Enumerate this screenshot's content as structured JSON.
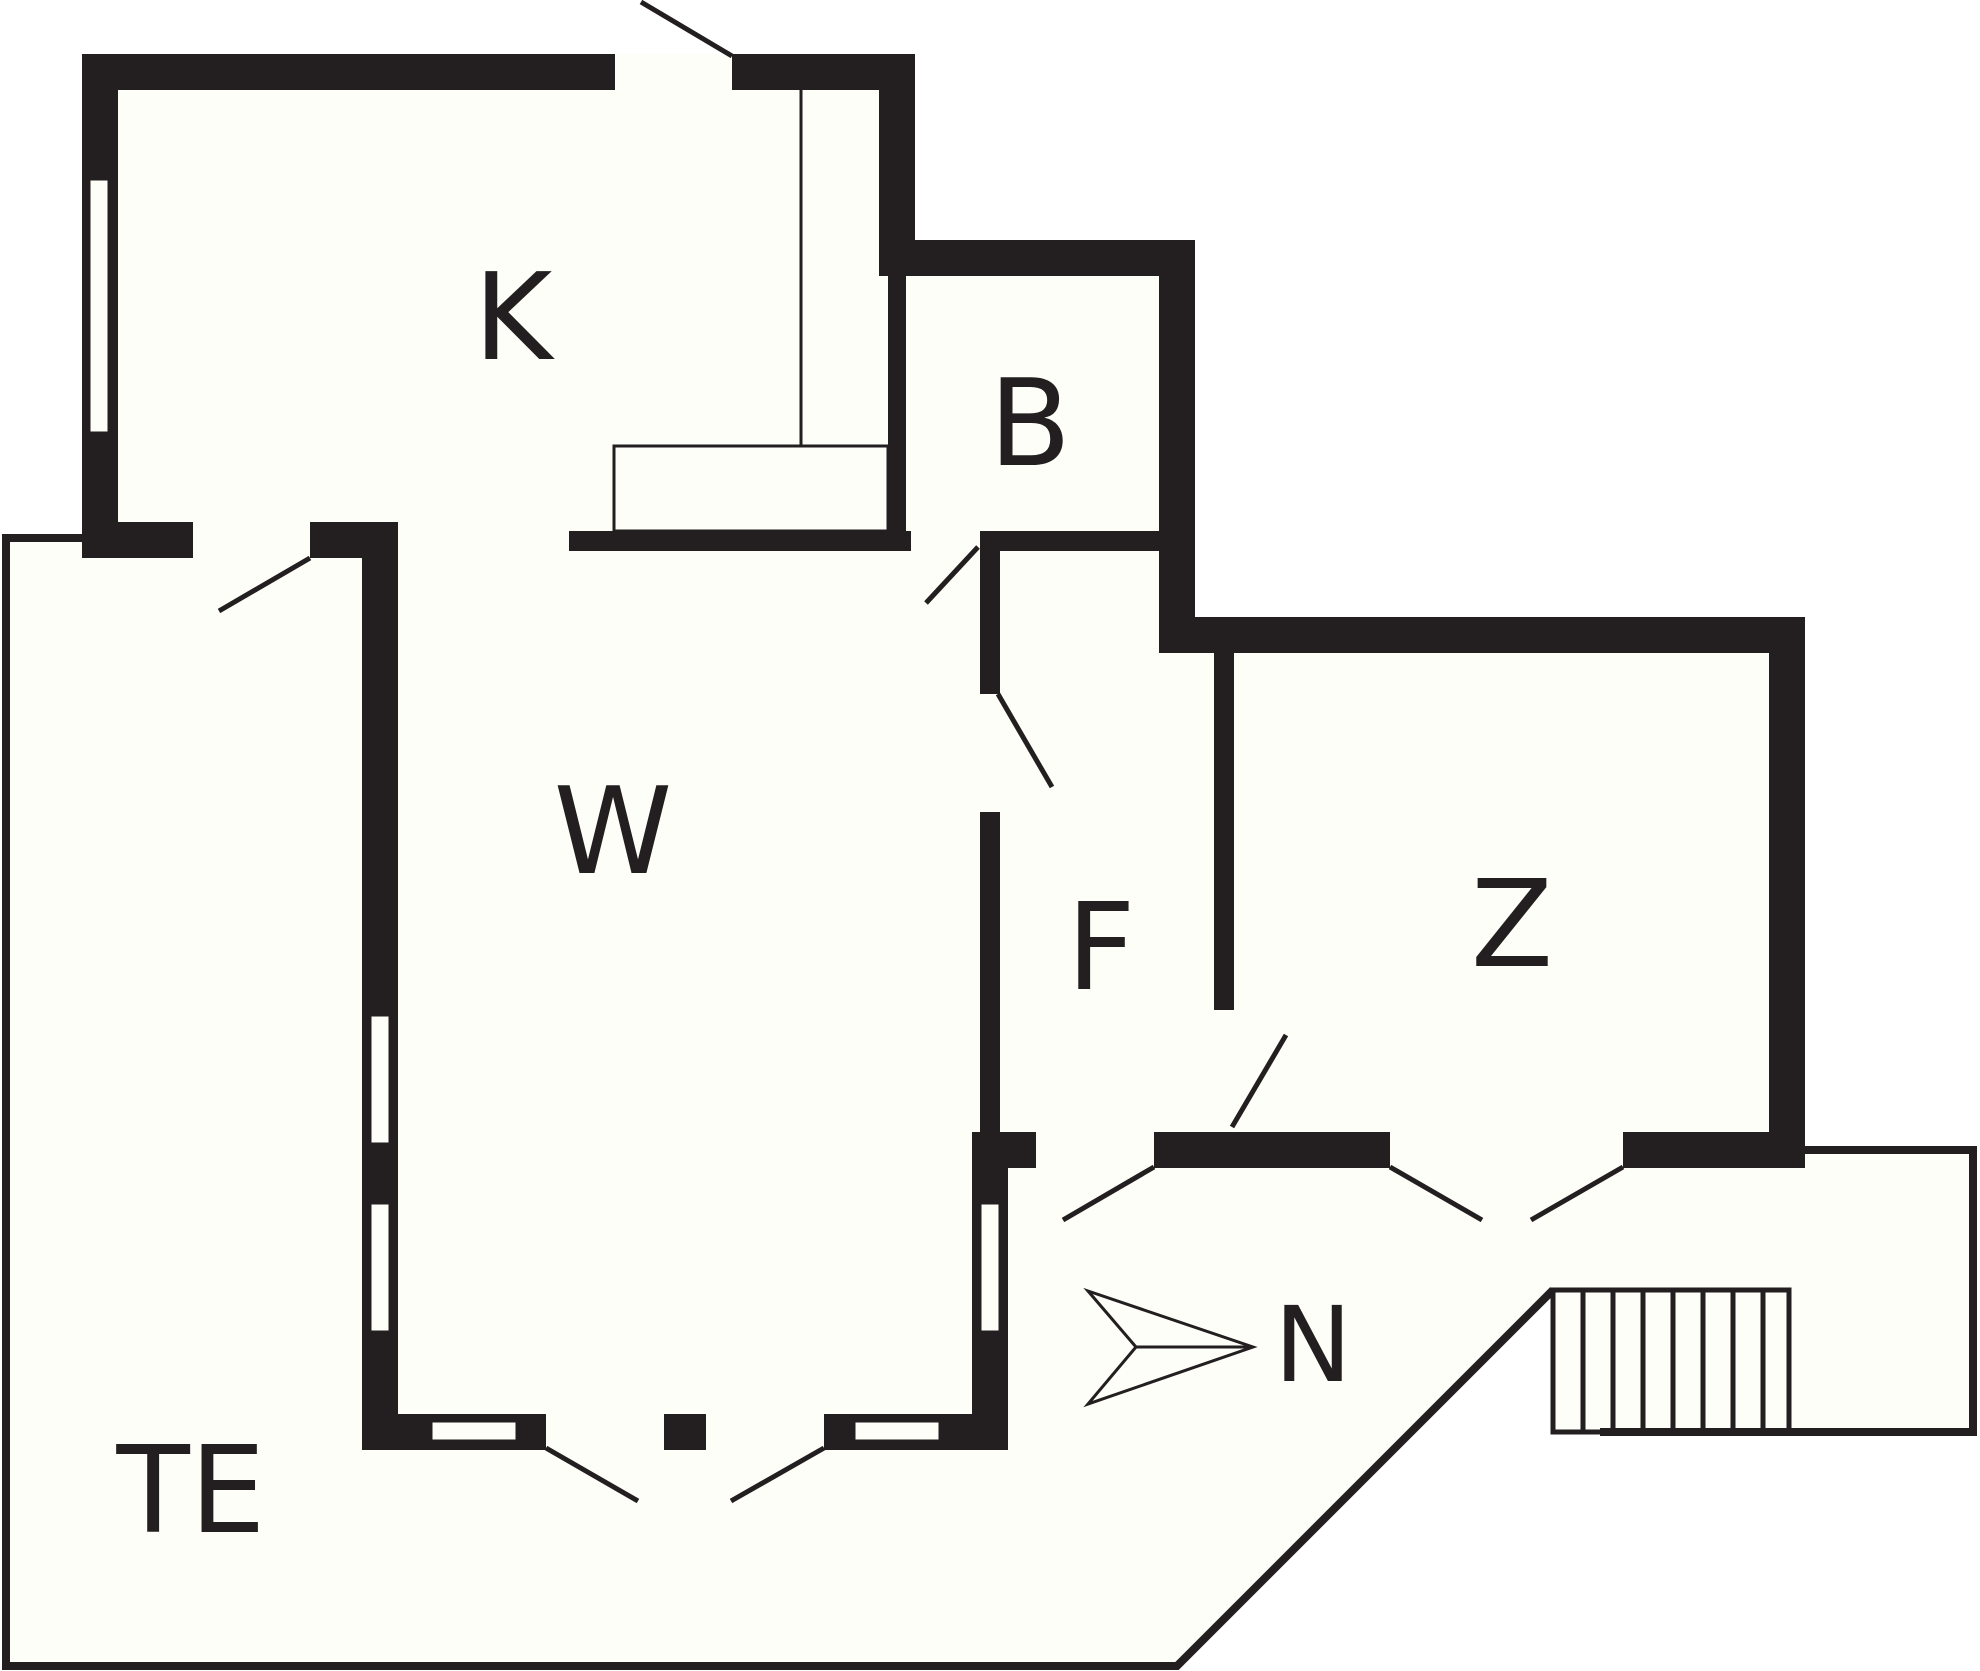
{
  "colors": {
    "wall": "#231f20",
    "floor": "#fdfef8",
    "opening": "#fdfef8",
    "background": "#ffffff"
  },
  "rooms": {
    "kitchen": "K",
    "bathroom": "B",
    "living": "W",
    "hallway": "F",
    "room": "Z",
    "terrace": "TE"
  },
  "compass": {
    "label": "N",
    "icon": "north-arrow-icon"
  },
  "icons": [
    "door-swing-icon",
    "window-icon",
    "stairs-icon",
    "north-arrow-icon"
  ]
}
